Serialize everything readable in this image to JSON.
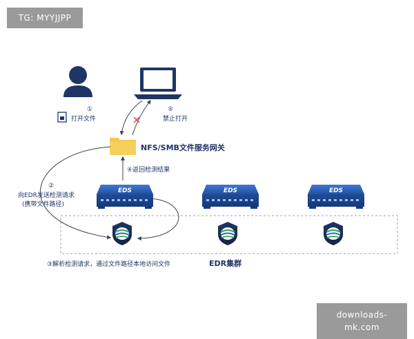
{
  "watermark_top": "TG: MYYJJPP",
  "watermark_bottom": "downloads-mk.com",
  "labels": {
    "step1_num": "①",
    "step1_text": "打开文件",
    "step5_num": "⑤",
    "step5_text": "禁止打开",
    "gateway": "NFS/SMB文件服务网关",
    "step4": "④返回检测结果",
    "step2_num": "②",
    "step2_line1": "向EDR发送检测请求",
    "step2_line2": "(携带文件路径)",
    "step3": "③解析检测请求，通过文件路径本地访问文件",
    "cluster": "EDR集群"
  },
  "servers": [
    {
      "label": "EDS"
    },
    {
      "label": "EDS"
    },
    {
      "label": "EDS"
    }
  ],
  "colors": {
    "navy": "#1f3566",
    "server_blue": "#2a5ab0",
    "server_dark": "#173a7a",
    "folder": "#f6c84a",
    "shield_green": "#3aa86b",
    "line_gray": "#6b7280",
    "deny_red": "#e0463c"
  },
  "icons": [
    "user-icon",
    "laptop-icon",
    "file-open-icon",
    "folder-icon",
    "server-icon",
    "shield-icon",
    "deny-x-icon"
  ]
}
